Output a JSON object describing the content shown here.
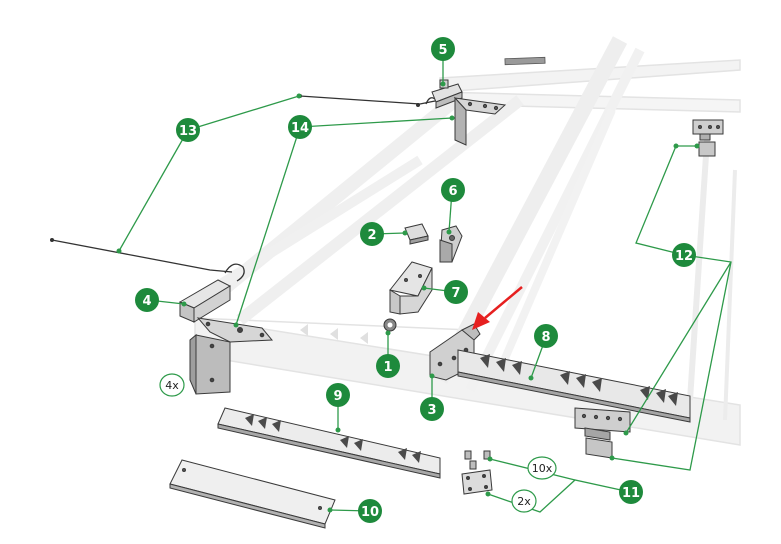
{
  "colors": {
    "callout": "#1e8a3c",
    "leader": "#2e9a4a",
    "arrow": "#e62020",
    "part_stroke": "#3a3a3a",
    "part_fill": "#d9d9d9",
    "frame_ghost": "#e6e6e6"
  },
  "callouts": [
    {
      "id": "1",
      "label": "1"
    },
    {
      "id": "2",
      "label": "2"
    },
    {
      "id": "3",
      "label": "3"
    },
    {
      "id": "4",
      "label": "4"
    },
    {
      "id": "5",
      "label": "5"
    },
    {
      "id": "6",
      "label": "6"
    },
    {
      "id": "7",
      "label": "7"
    },
    {
      "id": "8",
      "label": "8"
    },
    {
      "id": "9",
      "label": "9"
    },
    {
      "id": "10",
      "label": "10"
    },
    {
      "id": "11",
      "label": "11"
    },
    {
      "id": "12",
      "label": "12"
    },
    {
      "id": "13",
      "label": "13"
    },
    {
      "id": "14",
      "label": "14"
    }
  ],
  "quantities": {
    "q4x": "4x",
    "q10x": "10x",
    "q2x": "2x"
  }
}
